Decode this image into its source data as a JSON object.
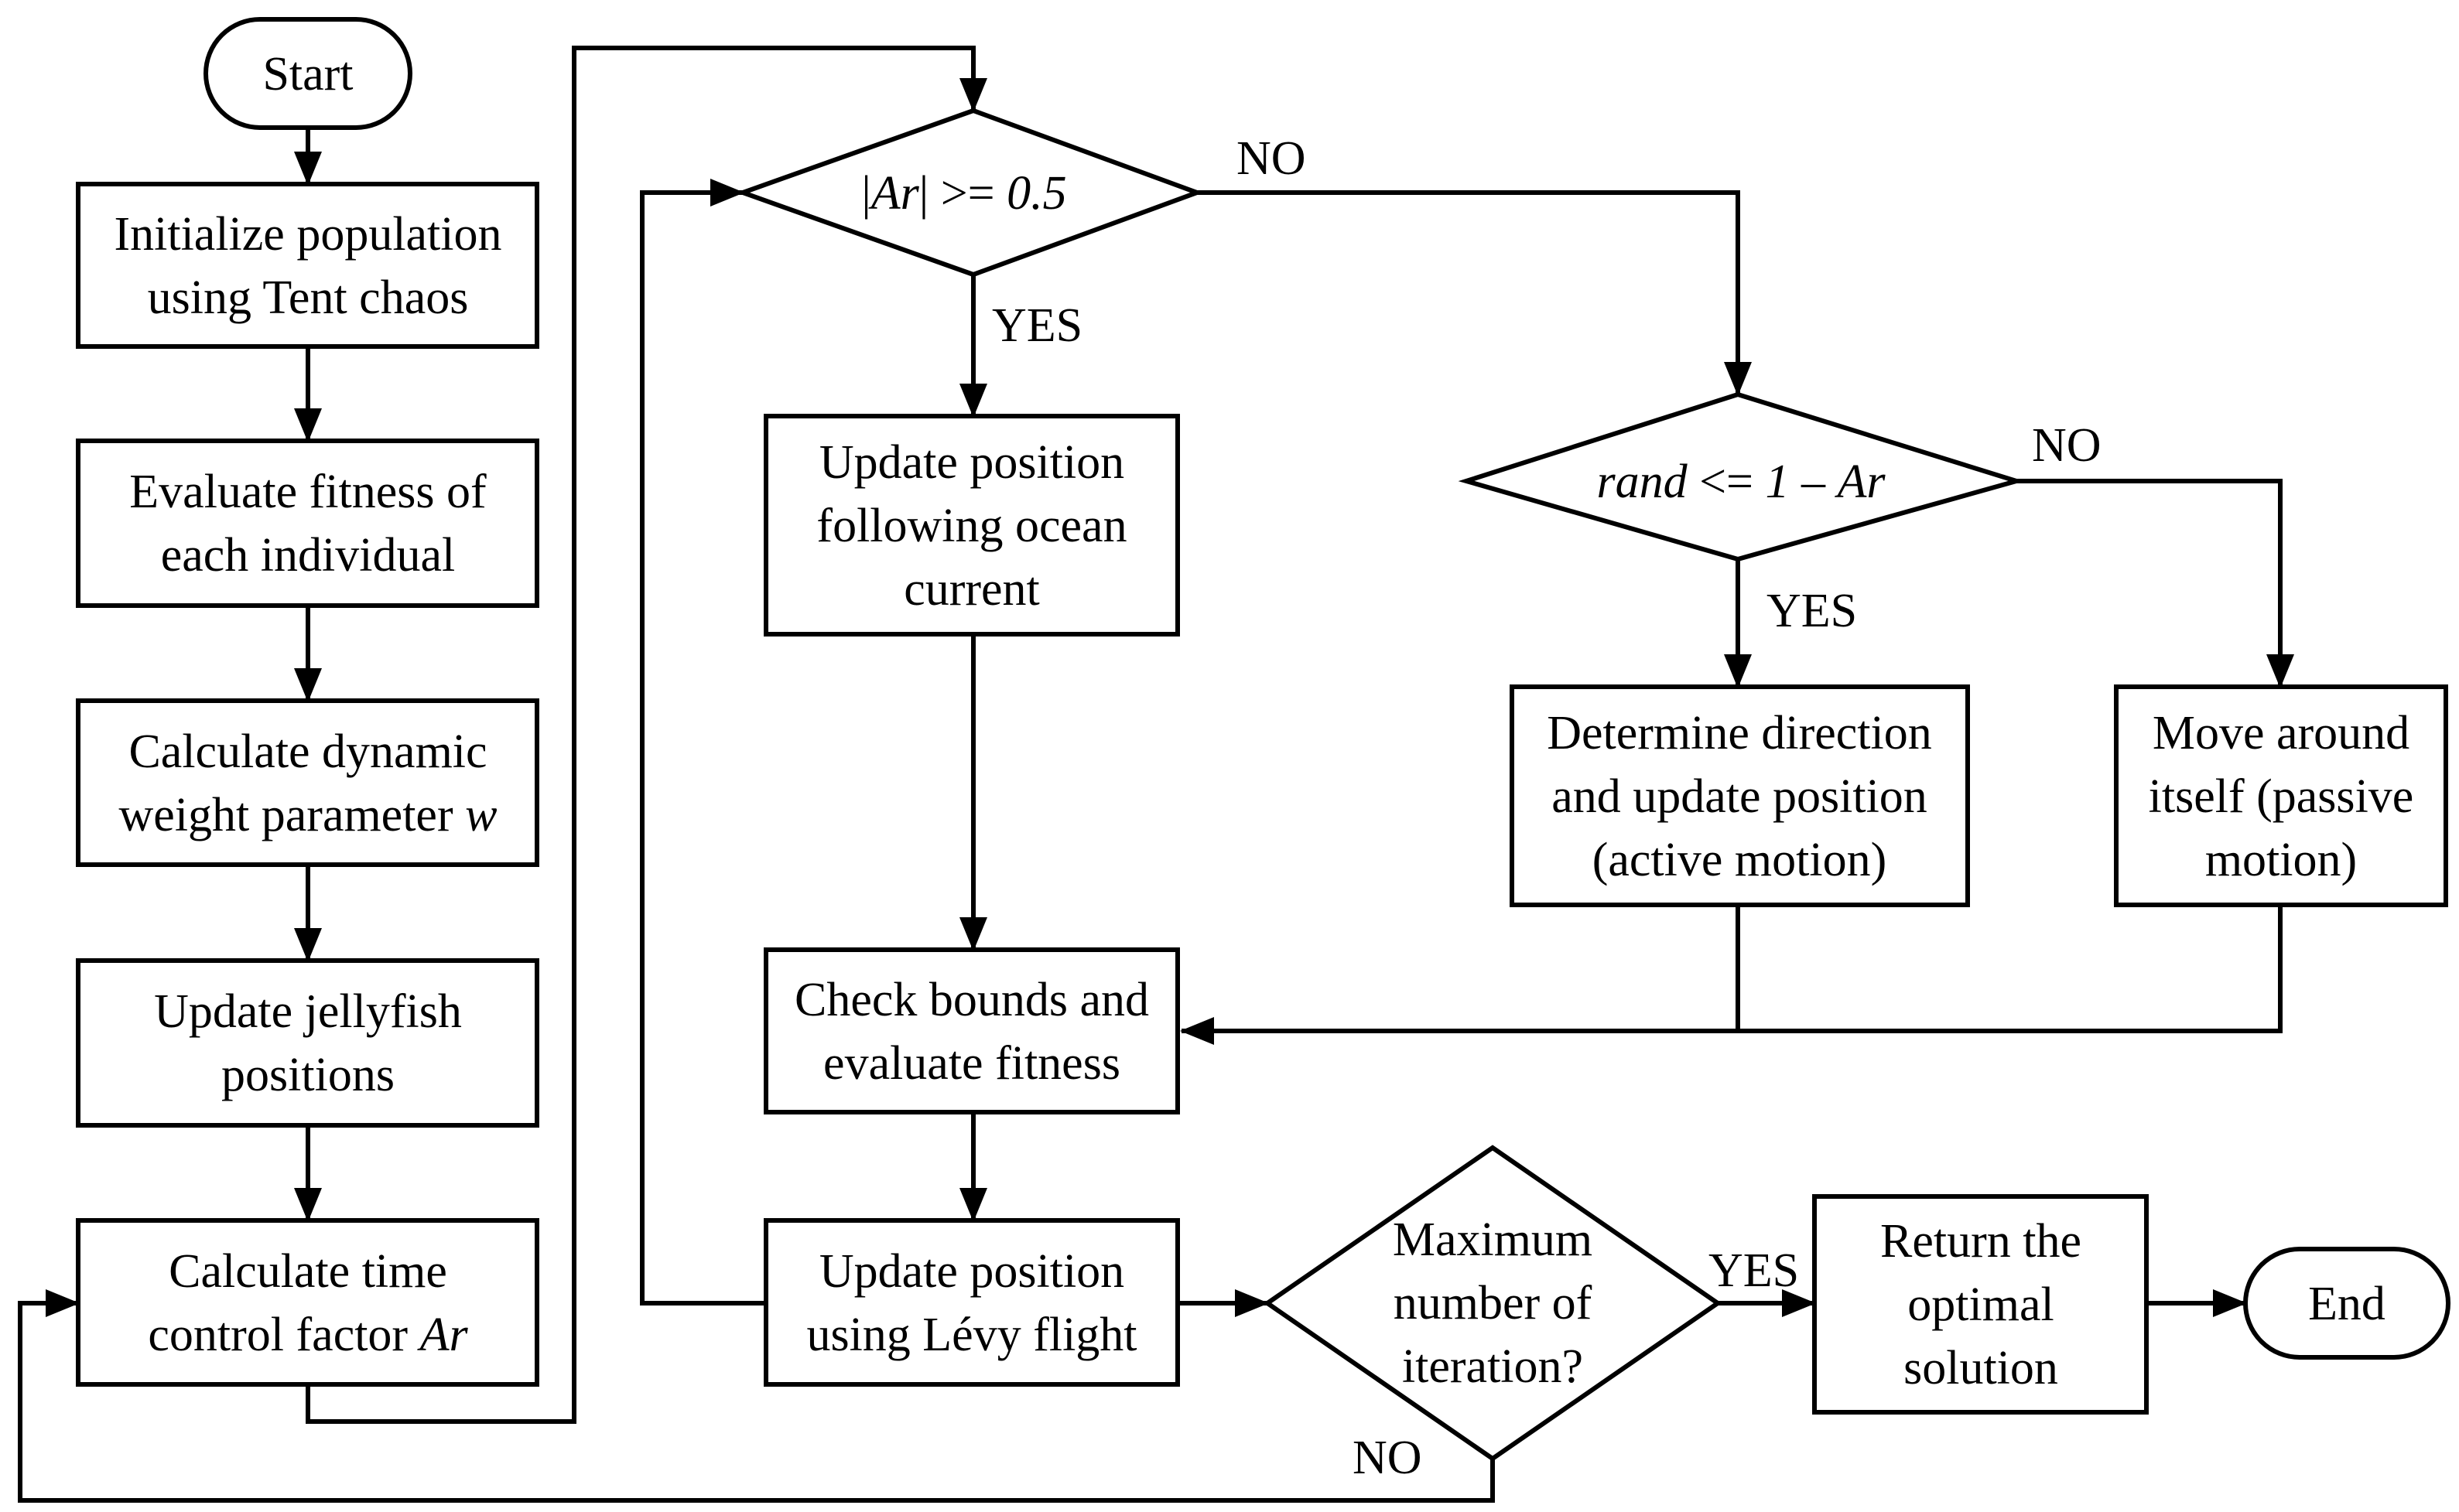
{
  "nodes": {
    "start": {
      "lines": [
        [
          "Start"
        ]
      ]
    },
    "init": {
      "lines": [
        [
          "Initialize population"
        ],
        [
          "using Tent chaos"
        ]
      ]
    },
    "eval_fitness": {
      "lines": [
        [
          "Evaluate fitness of"
        ],
        [
          "each individual"
        ]
      ]
    },
    "calc_w": {
      "lines": [
        [
          "Calculate dynamic"
        ],
        [
          "weight parameter ",
          {
            "i": "w"
          }
        ]
      ]
    },
    "update_positions": {
      "lines": [
        [
          "Update jellyfish"
        ],
        [
          "positions"
        ]
      ]
    },
    "calc_ar": {
      "lines": [
        [
          "Calculate time"
        ],
        [
          "control factor ",
          {
            "i": "Ar"
          }
        ]
      ]
    },
    "dec_ar": {
      "lines": [
        [
          "|",
          {
            "i": "Ar"
          },
          "| >= ",
          {
            "i": "0.5"
          }
        ]
      ]
    },
    "ocean": {
      "lines": [
        [
          "Update position"
        ],
        [
          "following ocean"
        ],
        [
          "current"
        ]
      ]
    },
    "dec_rand": {
      "lines": [
        [
          {
            "i": "rand"
          },
          " <= ",
          {
            "i": "1"
          },
          " – ",
          {
            "i": "Ar"
          }
        ]
      ]
    },
    "active": {
      "lines": [
        [
          "Determine direction"
        ],
        [
          "and update position"
        ],
        [
          "(active motion)"
        ]
      ]
    },
    "passive": {
      "lines": [
        [
          "Move around"
        ],
        [
          "itself (passive"
        ],
        [
          "motion)"
        ]
      ]
    },
    "check": {
      "lines": [
        [
          "Check bounds and"
        ],
        [
          "evaluate fitness"
        ]
      ]
    },
    "levy": {
      "lines": [
        [
          "Update position"
        ],
        [
          "using Lévy flight"
        ]
      ]
    },
    "dec_max": {
      "lines": [
        [
          "Maximum"
        ],
        [
          "number of"
        ],
        [
          "iteration?"
        ]
      ]
    },
    "ret": {
      "lines": [
        [
          "Return the"
        ],
        [
          "optimal"
        ],
        [
          "solution"
        ]
      ]
    },
    "end": {
      "lines": [
        [
          "End"
        ]
      ]
    }
  },
  "edge_labels": {
    "ar_no": "NO",
    "ar_yes": "YES",
    "rand_no": "NO",
    "rand_yes": "YES",
    "max_yes": "YES",
    "max_no": "NO"
  }
}
